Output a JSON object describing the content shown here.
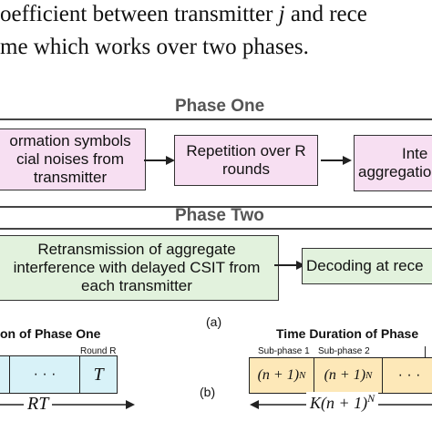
{
  "header": {
    "line1_a": "oefficient between transmitter ",
    "line1_var": "j",
    "line1_b": " and rece",
    "line2": "me which works over two phases."
  },
  "phase_one": {
    "title": "Phase One",
    "box1": [
      "ormation symbols",
      "cial noises from",
      "transmitter"
    ],
    "box2": [
      "Repetition over R",
      "rounds"
    ],
    "box3": [
      "Inte",
      "aggregatio"
    ]
  },
  "phase_two": {
    "title": "Phase Two",
    "box1": [
      "Retransmission of aggregate",
      "interference with delayed CSIT from",
      "each transmitter"
    ],
    "box2": "Decoding at rece"
  },
  "caption_a": "(a)",
  "caption_b": "(b)",
  "timeline_left": {
    "title": "on of Phase One",
    "round_label": "Round R",
    "dots": "· · ·",
    "cell_T": "T",
    "length": "RT"
  },
  "timeline_right": {
    "title": "Time Duration of Phase",
    "sub1": "Sub-phase 1",
    "sub2": "Sub-phase 2",
    "cell1": "(n + 1)",
    "cell1_sup": "N",
    "cell2": "(n + 1)",
    "cell2_sup": "N",
    "dots": "· · ·",
    "length": "K(n + 1)",
    "length_sup": "N"
  },
  "colors": {
    "pink": "#f7dff2",
    "green": "#e2f2dd",
    "cyan": "#d8f2f8",
    "amber": "#fde8b8"
  }
}
